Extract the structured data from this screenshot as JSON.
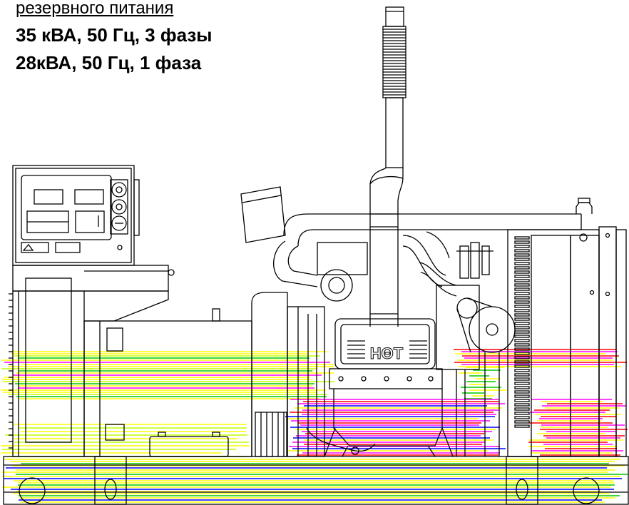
{
  "heading": {
    "line1": "резервного питания",
    "line2": "35 кВА, 50 Гц, 3 фазы",
    "line3": "28кВА, 50 Гц, 1 фаза"
  },
  "drawing": {
    "engine_logo": "HΘT",
    "line_color": "#000000",
    "background": "#ffffff",
    "artifact_colors": [
      "#ffff00",
      "#c0ff00",
      "#00c800",
      "#ff00ff",
      "#ff0000",
      "#0000ff"
    ]
  }
}
